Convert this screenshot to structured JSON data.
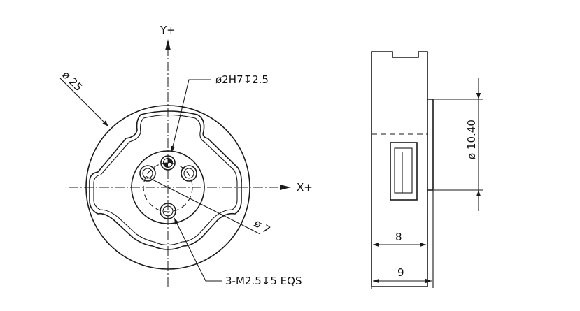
{
  "front_view": {
    "axis_y_label": "Y+",
    "axis_x_label": "X+",
    "outer_diameter_label": "ø 25",
    "pin_hole_label": "ø2H7",
    "pin_hole_depth_symbol": "↧",
    "pin_hole_depth": "2.5",
    "pitch_circle_label": "ø 7",
    "thread_label_prefix": "3-M2.5",
    "thread_depth_symbol": "↧",
    "thread_label_suffix": "5 EQS"
  },
  "side_view": {
    "boss_diameter_label": "ø 10.40",
    "width_inner_label": "8",
    "width_outer_label": "9"
  }
}
